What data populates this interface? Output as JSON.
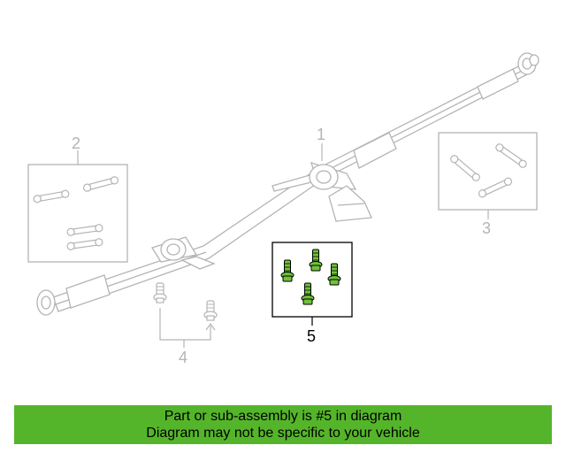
{
  "diagram": {
    "callouts": {
      "driveshaft": "1",
      "kit_left": "2",
      "kit_right": "3",
      "bolts": "4",
      "highlighted": "5"
    },
    "colors": {
      "line_art": "#b4b4b4",
      "highlight_part": "#6fc23a",
      "highlight_outline": "#000000",
      "banner_bg": "#55b52a"
    }
  },
  "banner": {
    "line1": "Part or sub-assembly is #5 in diagram",
    "line2": "Diagram may not be specific to your vehicle"
  }
}
